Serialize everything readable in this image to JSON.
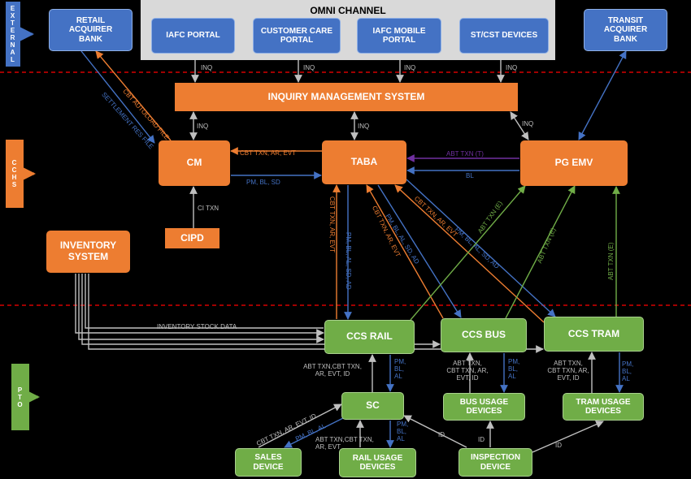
{
  "zones": {
    "external": "EXTERNAL",
    "cchs": "CCHS",
    "pto": "PTO"
  },
  "omni_channel": {
    "title": "OMNI CHANNEL",
    "portals": [
      "IAFC PORTAL",
      "CUSTOMER CARE PORTAL",
      "IAFC MOBILE PORTAL",
      "ST/CST DEVICES"
    ]
  },
  "nodes": {
    "retail_bank": "RETAIL ACQUIRER BANK",
    "transit_bank": "TRANSIT ACQUIRER BANK",
    "ims": "INQUIRY MANAGEMENT SYSTEM",
    "cm": "CM",
    "taba": "TABA",
    "pg": "PG EMV",
    "cipd": "CIPD",
    "inventory": "INVENTORY SYSTEM",
    "ccs_rail": "CCS RAIL",
    "ccs_bus": "CCS BUS",
    "ccs_tram": "CCS TRAM",
    "sc": "SC",
    "bus_usage": "BUS USAGE DEVICES",
    "tram_usage": "TRAM USAGE DEVICES",
    "sales": "SALES DEVICE",
    "rail_usage": "RAIL USAGE DEVICES",
    "inspection": "INSPECTION DEVICE"
  },
  "labels": {
    "inq": "INQ",
    "cbt_autoload": "CBT AUTOLOAD FILE",
    "settlement": "SETTLEMENT RES FILE",
    "cm_to_taba_top": "CBT TXN, AR, EVT",
    "cm_to_taba_bottom": "PM, BL, SD",
    "abt_txn_t": "ABT TXN (T)",
    "bl": "BL",
    "ci_txn": "CI TXN",
    "rail_up": "CBT TXN, AR, EVT",
    "rail_down": "PM, BL, AL, SD, AD",
    "bus_up": "CBT TXN, AR, EVT",
    "bus_down": "PM, BL, AL, SD, AD",
    "tram_up": "CBT TXN, AR, EVT",
    "tram_down": "PM, BL, AL, SD, AD",
    "abt_e": "ABT TXN (E)",
    "inventory_data": "INVENTORY STOCK DATA",
    "pto_up": "ABT TXN,CBT TXN, AR, EVT, ID",
    "pto_up_bus": "ABT TXN, CBT TXN, AR, EVT, ID",
    "pto_down": "PM, BL, AL",
    "sales_up": "CBT TXN, AR, EVT, ID",
    "sales_down": "PM, BL, AL",
    "rail_dev_up": "ABT TXN,CBT TXN, AR, EVT",
    "id": "ID"
  },
  "colors": {
    "blue": "#4472C4",
    "orange": "#ED7D31",
    "green": "#70AD47",
    "purple": "#7030A0",
    "gray": "#bfbfbf",
    "red_divider": "#ff0000"
  }
}
